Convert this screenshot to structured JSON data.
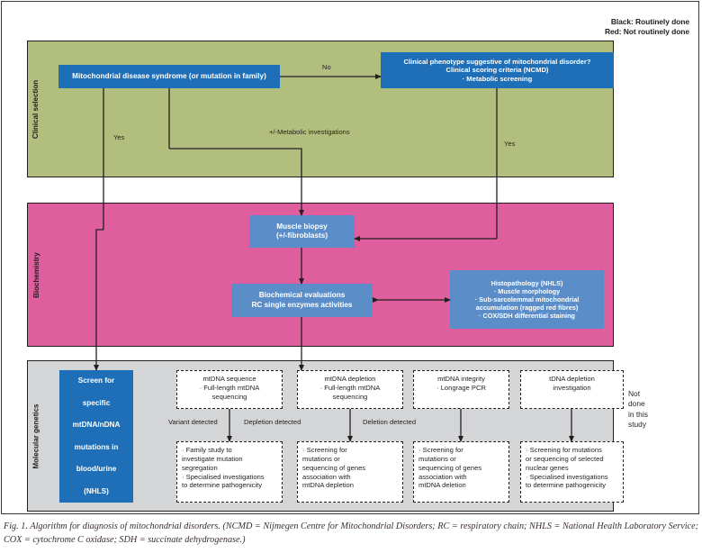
{
  "legend": {
    "line1": "Black: Routinely done",
    "line2": "Red: Not routinely done"
  },
  "bands": {
    "clinical": {
      "label": "Clinical selection",
      "color": "#b2be7e"
    },
    "biochemistry": {
      "label": "Biochemistry",
      "color": "#df5e9e"
    },
    "molecular": {
      "label": "Molecular genetics",
      "color": "#d3d5d6"
    }
  },
  "colors": {
    "box_dark_blue": "#1e6fb8",
    "box_mid_blue": "#5b8ec9",
    "outline": "#231f20"
  },
  "boxes": {
    "mds": {
      "line1": "Mitochondrial disease syndrome (or mutation in family)"
    },
    "ncmd": {
      "line1": "Clinical phenotype suggestive of mitochondrial disorder?",
      "line2": "Clinical scoring criteria (NCMD)",
      "line3": "· Metabolic screening"
    },
    "biopsy": {
      "line1": "Muscle biopsy",
      "line2": "(+/-fibroblasts)"
    },
    "bioeval": {
      "line1": "Biochemical evaluations",
      "line2": "RC single enzymes activities"
    },
    "histopathology": {
      "line1": "Histopathology (NHLS)",
      "line2": "· Muscle morphology",
      "line3": "· Sub-sarcolemmal mitochondrial",
      "line4": "accumulation (ragged red fibres)",
      "line5": "· COX/SDH differential staining"
    },
    "screen": {
      "line1": "Screen for",
      "line2": "specific",
      "line3": "mtDNA/nDNA",
      "line4": "mutations in",
      "line5": "blood/urine",
      "line6": "(NHLS)"
    }
  },
  "molecular_tests": [
    {
      "id": "mtdna-sequence",
      "top_line1": "mtDNA sequence",
      "top_line2": "· Full-length mtDNA",
      "top_line3": "sequencing",
      "connector_label": "Variant detected",
      "result_line1": "· Family study to",
      "result_line2": "investigate mutation",
      "result_line3": "segregation",
      "result_line4": "· Specialised investigations",
      "result_line5": "to determine pathogenicity"
    },
    {
      "id": "mtdna-depletion",
      "top_line1": "mtDNA depletion",
      "top_line2": "· Full-length mtDNA",
      "top_line3": "sequencing",
      "connector_label": "Depletion detected",
      "result_line1": "· Screening for",
      "result_line2": "mutations or",
      "result_line3": "sequencing of genes",
      "result_line4": "association with",
      "result_line5": "mtDNA depletion"
    },
    {
      "id": "mtdna-integrity",
      "top_line1": "mtDNA integrity",
      "top_line2": "· Longrage PCR",
      "top_line3": "",
      "connector_label": "Deletion detected",
      "result_line1": "· Screening for",
      "result_line2": "mutations or",
      "result_line3": "sequencing of genes",
      "result_line4": "association with",
      "result_line5": "mtDNA deletion"
    },
    {
      "id": "tdna-depletion",
      "top_line1": "tDNA depletion",
      "top_line2": "investigation",
      "top_line3": "",
      "connector_label": "",
      "result_line1": "· Screening for mutations",
      "result_line2": "or sequencing of selected",
      "result_line3": "nuclear genes",
      "result_line4": "· Specialised investigations",
      "result_line5": "to determine pathogenicity"
    }
  ],
  "connectors": {
    "no": "No",
    "yes_left": "Yes",
    "yes_right": "Yes",
    "metabolic": "+/-Metabolic investigations"
  },
  "not_done": {
    "line1": "Not",
    "line2": "done",
    "line3": "in this",
    "line4": "study"
  },
  "caption": {
    "text": "Fig. 1. Algorithm for diagnosis of mitochondrial disorders. (NCMD = Nijmegen Centre for Mitochondrial Disorders; RC = respiratory chain; NHLS = National Health Laboratory Service; COX = cytochrome C oxidase; SDH = succinate dehydrogenase.)"
  }
}
